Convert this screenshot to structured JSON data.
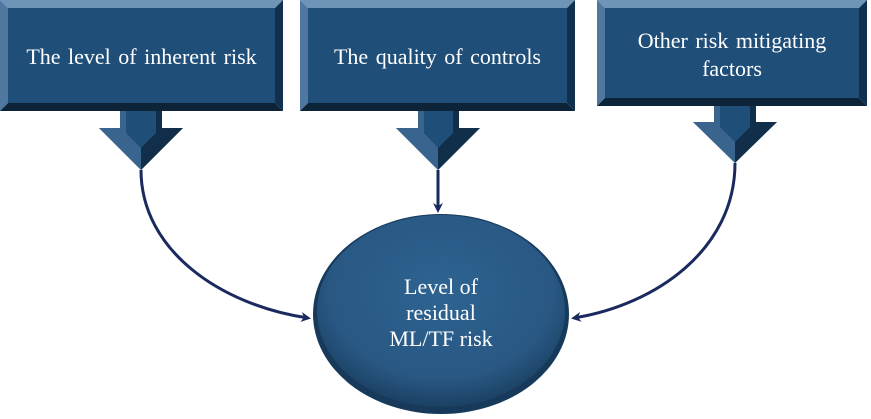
{
  "inputs": [
    {
      "text": "The level of inherent risk"
    },
    {
      "text": "The quality of controls"
    },
    {
      "text": "Other risk mitigating factors"
    }
  ],
  "result": {
    "line1": "Level of",
    "line2": "residual",
    "line3": "ML/TF risk"
  },
  "colors": {
    "box_fill": "#1f4e79",
    "box_light": "#6e94b8",
    "box_dark": "#0d2438",
    "connector": "#1a2a5e",
    "ellipse_fill": "#2b5b86",
    "ellipse_edge": "#173a5b"
  }
}
